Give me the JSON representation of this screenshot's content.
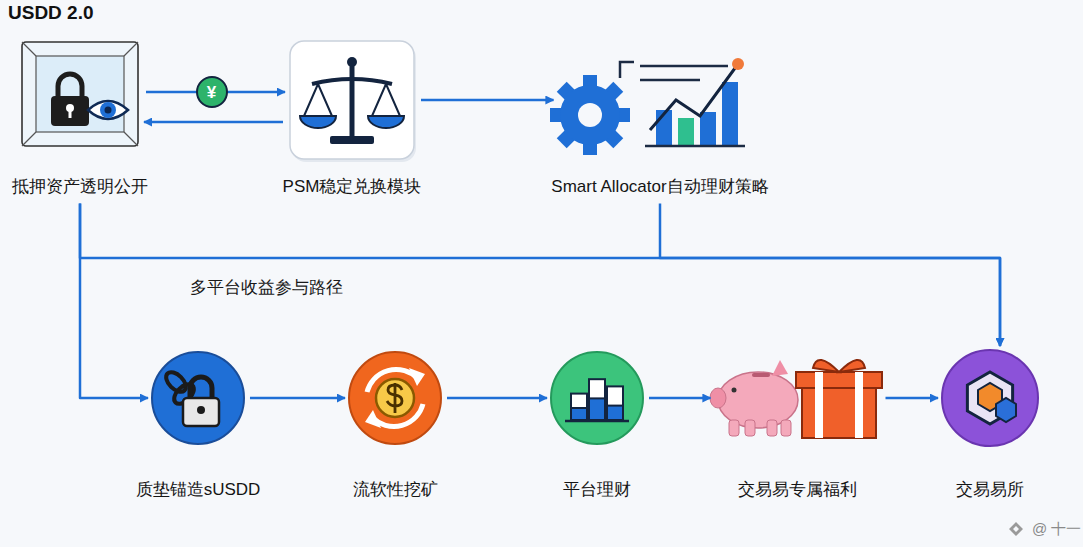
{
  "diagram": {
    "title": "USDD 2.0",
    "nodes": [
      {
        "text": [
          "抵押资产透明公开"
        ]
      },
      {
        "text": [
          "PSM稳定兑换模块"
        ]
      },
      {
        "text": [
          "Smart Allocator自动理财策略"
        ]
      },
      {
        "text": [
          "质垫锚造sUSDD"
        ]
      },
      {
        "text": [
          "流软性挖矿"
        ]
      },
      {
        "text": [
          "平台理财"
        ]
      },
      {
        "text": [
          "交易易专属福利"
        ]
      },
      {
        "text": [
          "交易易所"
        ]
      }
    ],
    "edges": [
      {
        "from": 0,
        "to": 1,
        "arrow": "to",
        "label": "¥"
      },
      {
        "from": 1,
        "to": 0,
        "arrow": "to"
      },
      {
        "from": 1,
        "to": 2,
        "arrow": "to"
      },
      {
        "from": 0,
        "to": 3,
        "arrow": "to"
      },
      {
        "from": 0,
        "to": 7,
        "arrow": "to"
      },
      {
        "from": 2,
        "to": 7,
        "arrow": "to"
      },
      {
        "from": 3,
        "to": 4,
        "arrow": "to"
      },
      {
        "from": 4,
        "to": 5,
        "arrow": "to"
      },
      {
        "from": 5,
        "to": 6,
        "arrow": "to"
      },
      {
        "from": 6,
        "to": 7,
        "arrow": "to"
      }
    ],
    "labels": [
      "多平台收益参与路径",
      "@ 十一"
    ]
  }
}
